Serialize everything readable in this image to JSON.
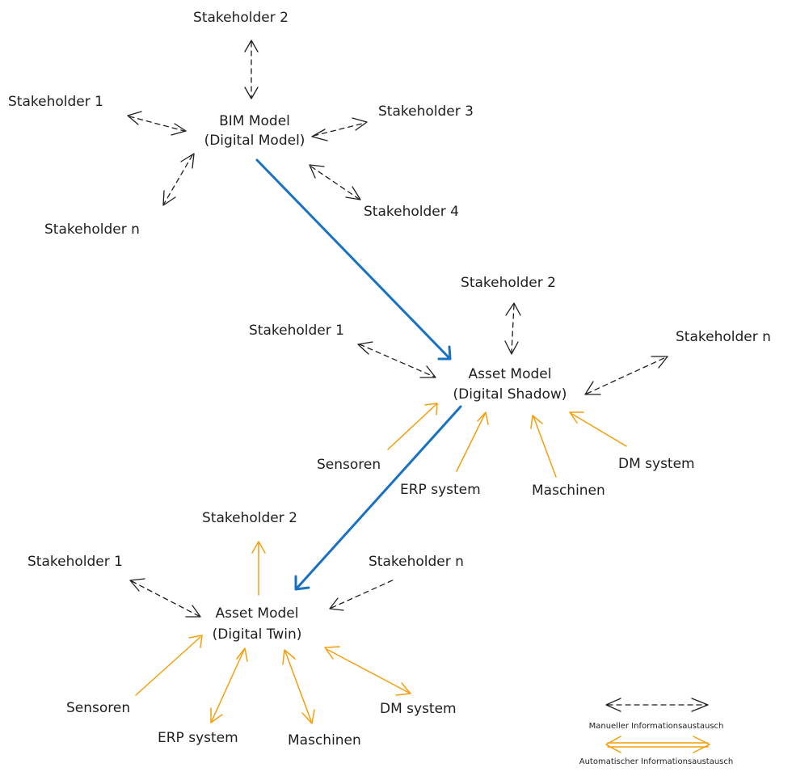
{
  "diagram": {
    "bim": {
      "title_line1": "BIM Model",
      "title_line2": "(Digital Model)",
      "stakeholder_1": "Stakeholder 1",
      "stakeholder_2": "Stakeholder 2",
      "stakeholder_3": "Stakeholder 3",
      "stakeholder_4": "Stakeholder 4",
      "stakeholder_n": "Stakeholder n"
    },
    "shadow": {
      "title_line1": "Asset Model",
      "title_line2": "(Digital Shadow)",
      "stakeholder_1": "Stakeholder 1",
      "stakeholder_2": "Stakeholder 2",
      "stakeholder_n": "Stakeholder n",
      "sensoren": "Sensoren",
      "erp": "ERP system",
      "maschinen": "Maschinen",
      "dm": "DM system"
    },
    "twin": {
      "title_line1": "Asset Model",
      "title_line2": "(Digital Twin)",
      "stakeholder_1": "Stakeholder 1",
      "stakeholder_2": "Stakeholder 2",
      "stakeholder_n": "Stakeholder n",
      "sensoren": "Sensoren",
      "erp": "ERP system",
      "maschinen": "Maschinen",
      "dm": "DM system"
    },
    "legend": {
      "manual": "Manueller Informationsaustausch",
      "automatic": "Automatischer Informationsaustausch"
    },
    "colors": {
      "automatic_arrow": "#f59e0b",
      "transition_arrow": "#1971c2",
      "manual_arrow": "#1e1e1e"
    }
  }
}
